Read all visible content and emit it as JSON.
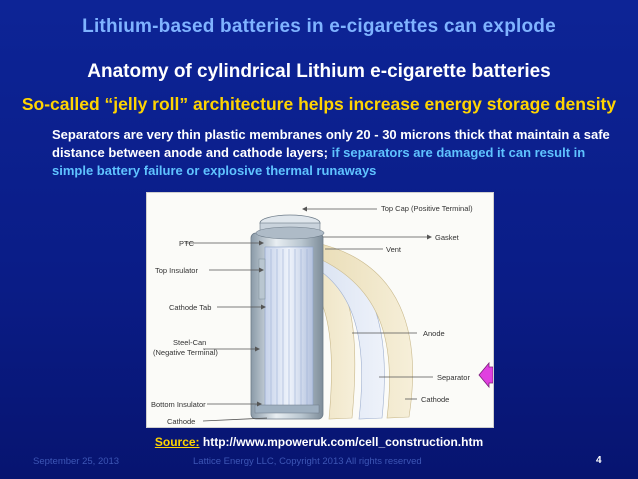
{
  "slide": {
    "title": "Lithium-based batteries in e-cigarettes can explode",
    "subtitle": "Anatomy of cylindrical Lithium e-cigarette batteries",
    "highlight": "So-called “jelly roll” architecture helps increase energy storage density",
    "paragraph_main": "Separators are very thin plastic membranes only 20 - 30 microns thick that maintain a safe distance between anode and cathode layers;",
    "paragraph_highlight": " if separators are damaged it can result in simple battery failure or explosive thermal runaways"
  },
  "figure": {
    "labels": {
      "top_cap": "Top Cap (Positive Terminal)",
      "gasket": "Gasket",
      "ptc": "PTC",
      "vent": "Vent",
      "top_insulator": "Top Insulator",
      "cathode_tab": "Cathode Tab",
      "anode": "Anode",
      "steel_can": "Steel-Can",
      "negative_terminal": "(Negative Terminal)",
      "separator": "Separator",
      "bottom_insulator": "Bottom Insulator",
      "cathode_right": "Cathode",
      "cathode_bottom": "Cathode"
    },
    "pointer_arrow_color": "#e040e0"
  },
  "source": {
    "label": "Source:",
    "url": "http://www.mpoweruk.com/cell_construction.htm"
  },
  "footer": {
    "date": "September 25, 2013",
    "copyright": "Lattice Energy LLC, Copyright 2013   All rights reserved",
    "page": "4"
  }
}
